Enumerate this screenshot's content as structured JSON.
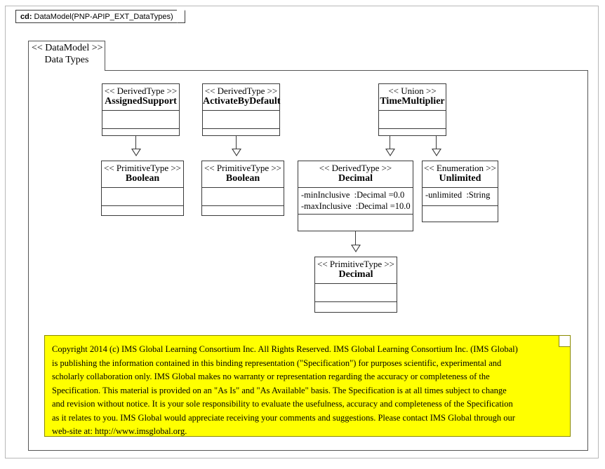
{
  "frame": {
    "kind_prefix": "cd:",
    "title": " DataModel(PNP-APIP_EXT_DataTypes)"
  },
  "package": {
    "stereotype": "<< DataModel >>",
    "name": "Data Types"
  },
  "classes": [
    {
      "id": "assignedsupport",
      "stereotype": "<< DerivedType  >>",
      "name": "AssignedSupport",
      "attributes": [],
      "operations": []
    },
    {
      "id": "activatebydefault",
      "stereotype": "<< DerivedType  >>",
      "name": "ActivateByDefault",
      "attributes": [],
      "operations": []
    },
    {
      "id": "timemultiplier",
      "stereotype": "<< Union  >>",
      "name": "TimeMultiplier",
      "attributes": [],
      "operations": []
    },
    {
      "id": "boolean1",
      "stereotype": "<< PrimitiveType  >>",
      "name": "Boolean",
      "attributes": [],
      "operations": []
    },
    {
      "id": "boolean2",
      "stereotype": "<< PrimitiveType  >>",
      "name": "Boolean",
      "attributes": [],
      "operations": []
    },
    {
      "id": "decimal-derived",
      "stereotype": "<< DerivedType  >>",
      "name": "Decimal",
      "attributes": [
        "-minInclusive  :Decimal =0.0",
        "-maxInclusive  :Decimal =10.0"
      ],
      "operations": []
    },
    {
      "id": "unlimited",
      "stereotype": "<< Enumeration  >>",
      "name": "Unlimited",
      "attributes": [
        "-unlimited  :String"
      ],
      "operations": []
    },
    {
      "id": "decimal-primitive",
      "stereotype": "<< PrimitiveType  >>",
      "name": "Decimal",
      "attributes": [],
      "operations": []
    }
  ],
  "relationships": [
    {
      "from": "assignedsupport",
      "to": "boolean1",
      "type": "generalization"
    },
    {
      "from": "activatebydefault",
      "to": "boolean2",
      "type": "generalization"
    },
    {
      "from": "timemultiplier",
      "to": "decimal-derived",
      "type": "generalization"
    },
    {
      "from": "timemultiplier",
      "to": "unlimited",
      "type": "generalization"
    },
    {
      "from": "decimal-derived",
      "to": "decimal-primitive",
      "type": "generalization"
    }
  ],
  "note": {
    "lines": [
      "Copyright 2014 (c) IMS Global Learning Consortium Inc.  All Rights Reserved.  IMS Global Learning Consortium Inc. (IMS Global)",
      "is publishing the information contained in this binding representation (\"Specification\") for purposes scientific, experimental and",
      "scholarly collaboration only. IMS Global makes no warranty or representation regarding the accuracy or completeness of the",
      "Specification.  This material is provided on an \"As Is\" and \"As Available\" basis.  The Specification is at all times subject to change",
      "and revision without notice.  It is your sole responsibility to evaluate the usefulness, accuracy and completeness of the Specification",
      "as it relates to you.  IMS Global would appreciate receiving your comments and suggestions.  Please contact IMS Global through our",
      "web-site at: http://www.imsglobal.org."
    ]
  },
  "colors": {
    "note_background": "#ffff00",
    "note_border": "#8a8a00",
    "line": "#3a3a3a",
    "frame_border": "#b8b8b8",
    "background": "#ffffff"
  }
}
